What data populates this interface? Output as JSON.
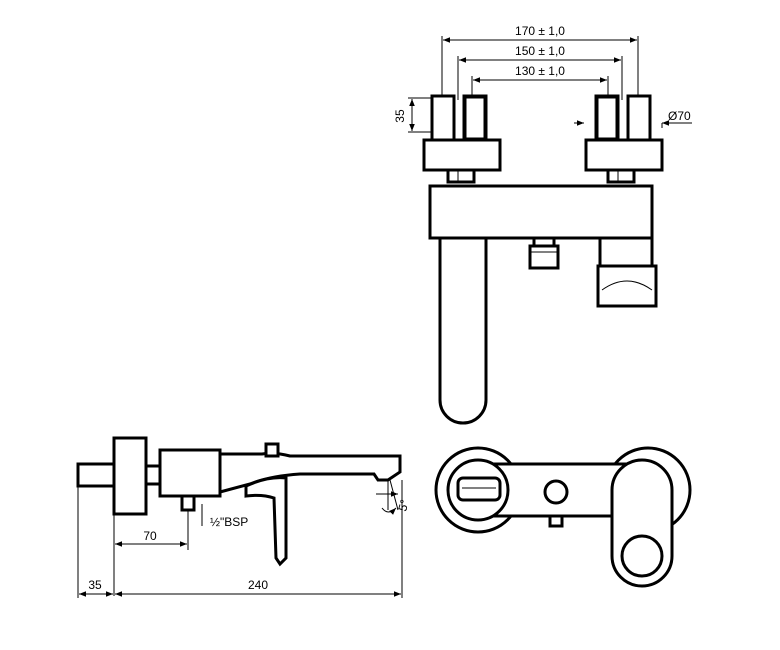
{
  "dimensions": {
    "width_outer": "170 ± 1,0",
    "width_mid": "150 ± 1,0",
    "width_inner": "130 ± 1,0",
    "height_left": "35",
    "diameter": "Ø70",
    "side_offset": "70",
    "side_depth_wall": "35",
    "side_depth_total": "240",
    "thread": "½\"BSP",
    "angle": "5°"
  }
}
